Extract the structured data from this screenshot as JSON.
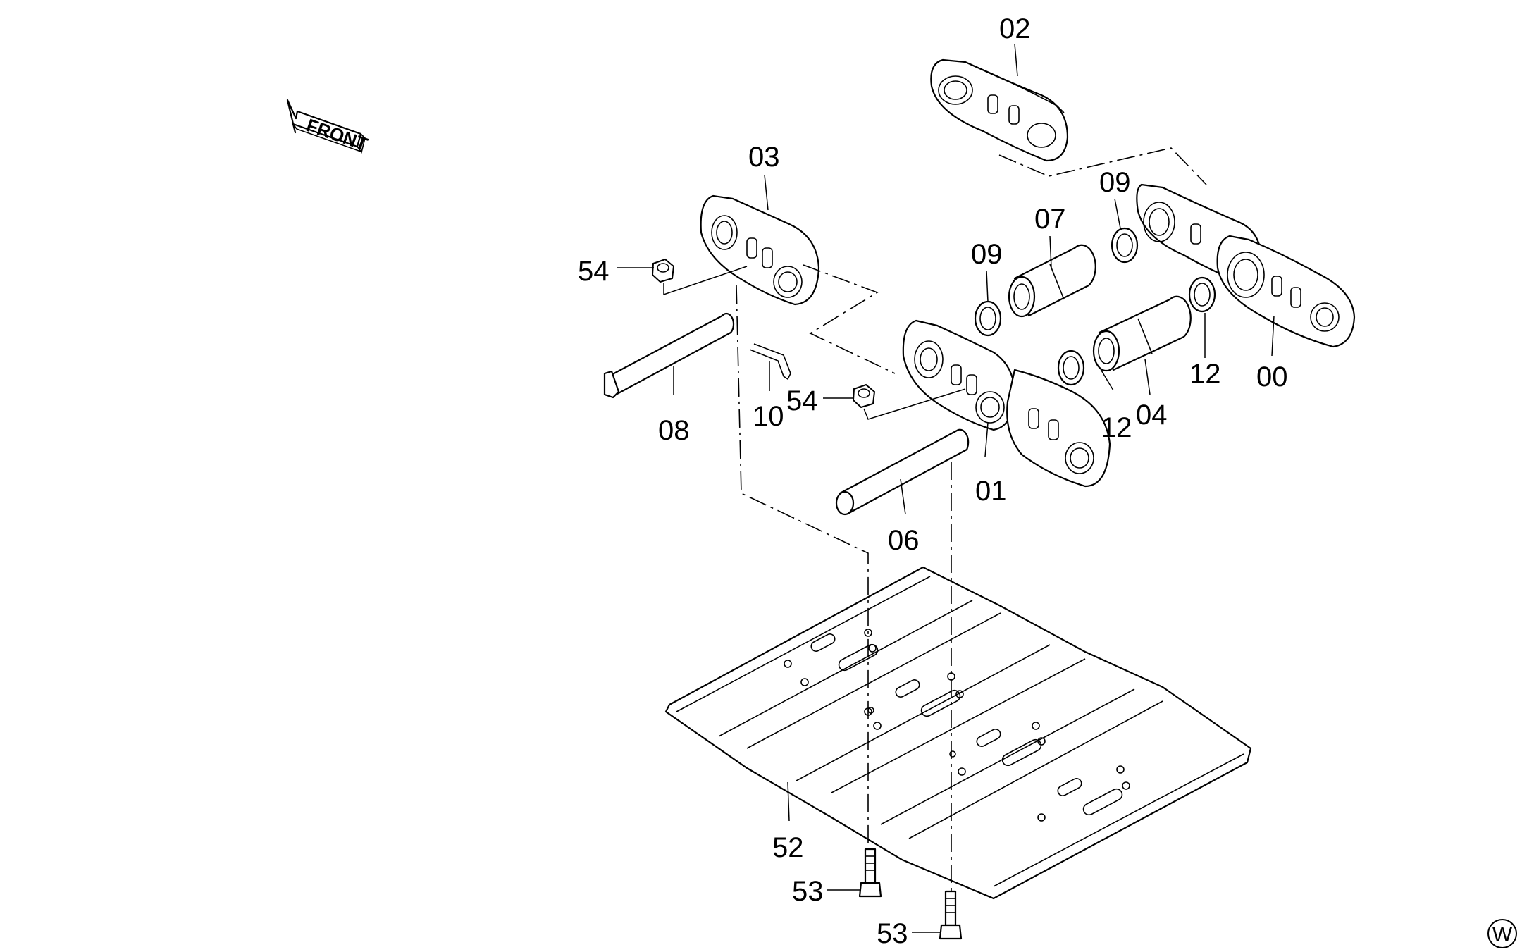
{
  "front_label": "FRONT",
  "corner_mark": "W",
  "callouts": {
    "c00": "00",
    "c01": "01",
    "c02": "02",
    "c03": "03",
    "c04": "04",
    "c06": "06",
    "c07": "07",
    "c08": "08",
    "c09a": "09",
    "c09b": "09",
    "c10": "10",
    "c12a": "12",
    "c12b": "12",
    "c52": "52",
    "c53a": "53",
    "c53b": "53",
    "c54a": "54",
    "c54b": "54"
  }
}
